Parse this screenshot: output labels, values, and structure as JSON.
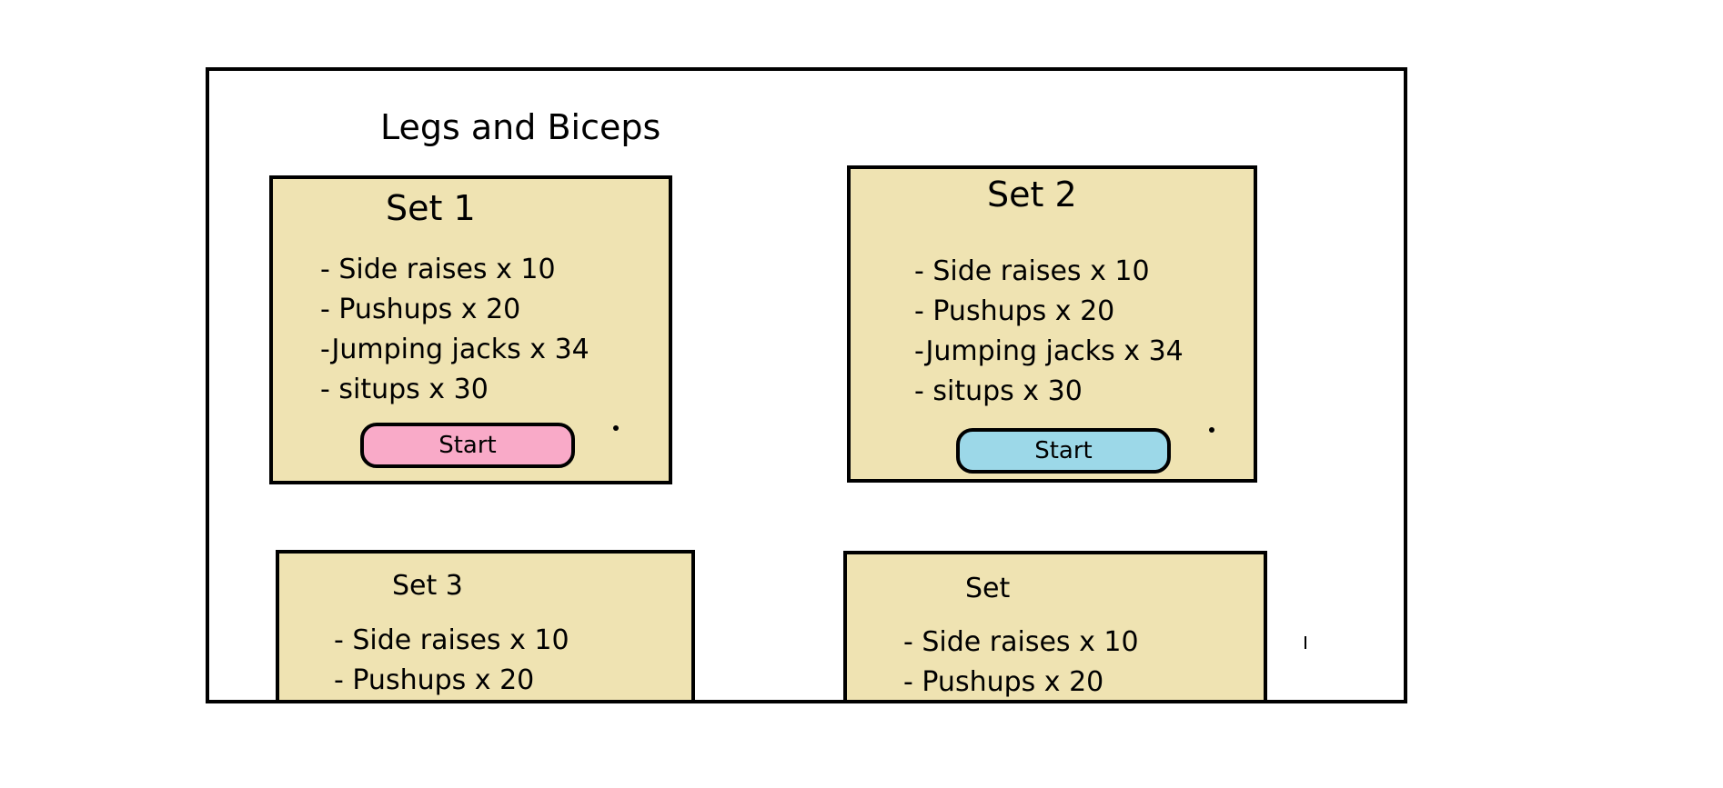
{
  "page": {
    "title": "Legs and Biceps"
  },
  "colors": {
    "card_bg": "#efe3b2",
    "start_pink": "#f9aac8",
    "start_blue": "#9cd8e8"
  },
  "sets": [
    {
      "title": "Set 1",
      "items": [
        "- Side raises x 10",
        "- Pushups x 20",
        "-Jumping jacks x 34",
        "- situps x 30"
      ],
      "start_label": "Start"
    },
    {
      "title": "Set 2",
      "items": [
        "- Side raises x 10",
        "- Pushups x 20",
        "-Jumping jacks x 34",
        "- situps x 30"
      ],
      "start_label": "Start"
    },
    {
      "title": "Set 3",
      "items": [
        "- Side raises x 10",
        "- Pushups x 20"
      ]
    },
    {
      "title": "Set",
      "items": [
        "- Side raises x 10",
        "- Pushups x 20"
      ]
    }
  ]
}
